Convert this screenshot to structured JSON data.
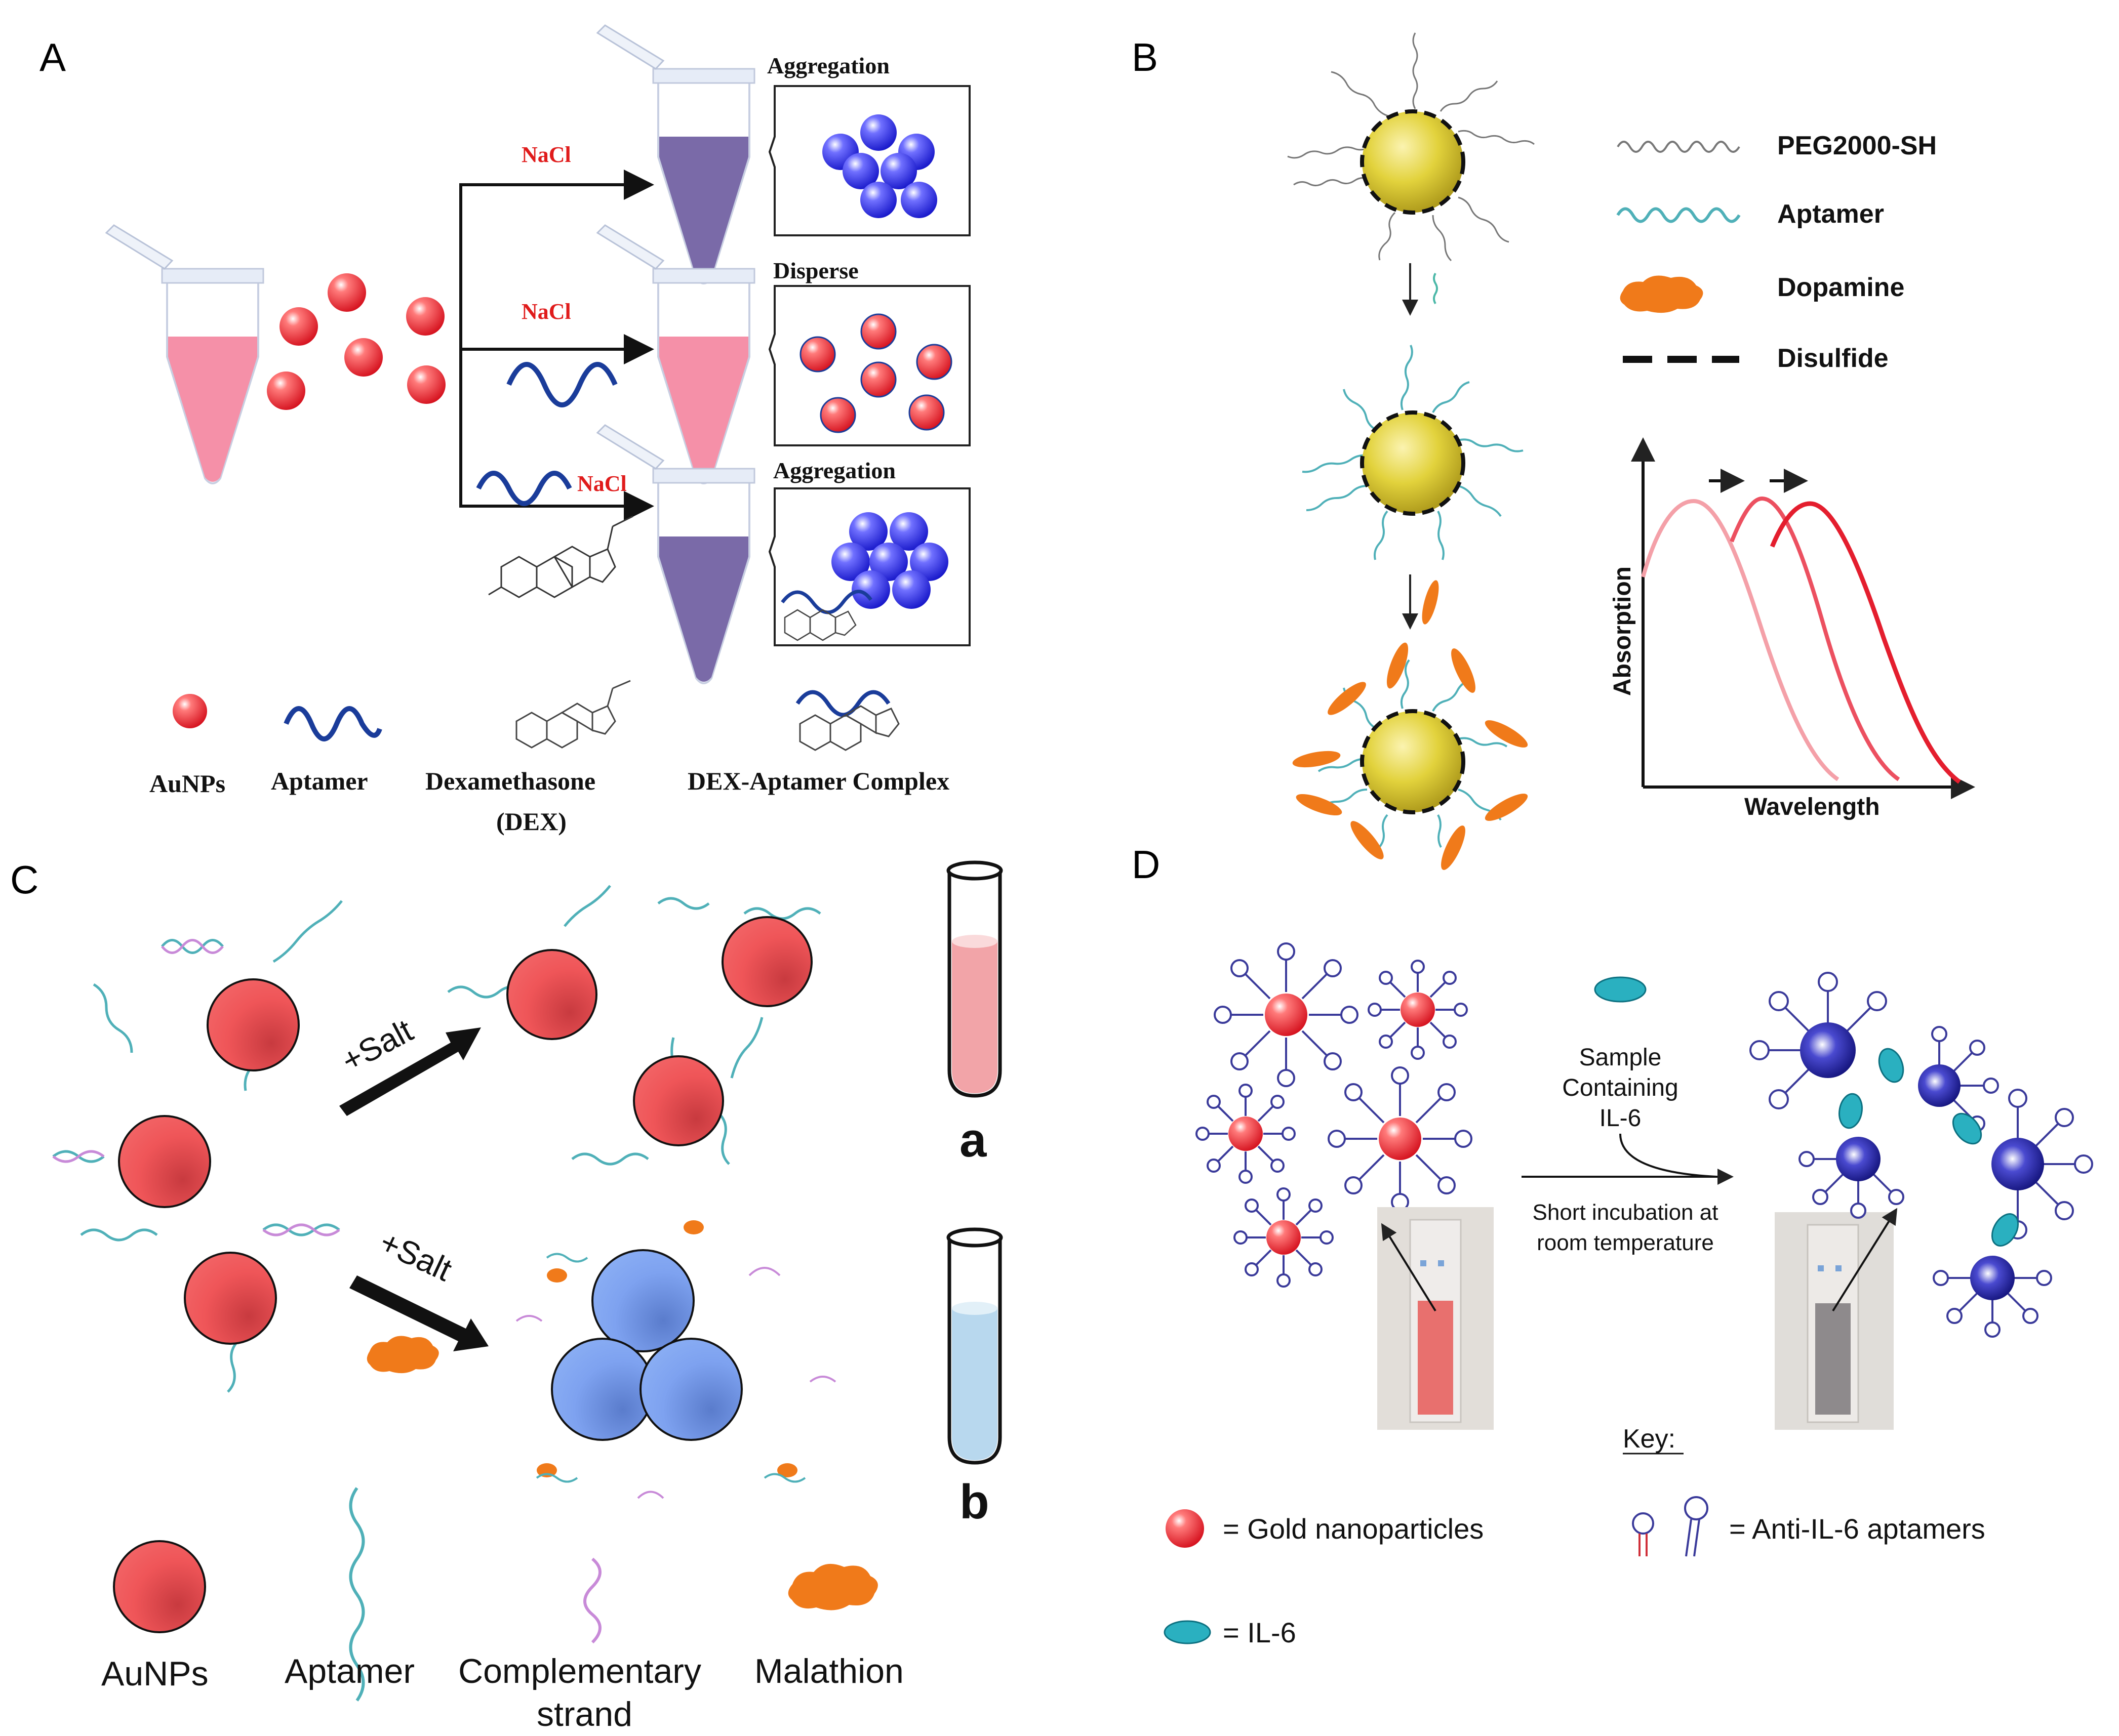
{
  "panels": {
    "A": {
      "letter": "A",
      "labels": {
        "aggregation_top": "Aggregation",
        "disperse": "Disperse",
        "aggregation_bottom": "Aggregation",
        "nacl_1": "NaCl",
        "nacl_2": "NaCl",
        "nacl_3": "NaCl"
      },
      "legend": {
        "aunps": "AuNPs",
        "aptamer": "Aptamer",
        "dex_line1": "Dexamethasone",
        "dex_line2": "(DEX)",
        "complex": "DEX-Aptamer Complex"
      },
      "colors": {
        "aunp": "#e8202a",
        "aggregate": "#2e2ee6",
        "tube_pink": "#f590a8",
        "tube_purple": "#7a6aa8",
        "nacl": "#e01b1b"
      }
    },
    "B": {
      "letter": "B",
      "legend": {
        "peg": "PEG2000-SH",
        "aptamer": "Aptamer",
        "dopamine": "Dopamine",
        "disulfide": "Disulfide"
      },
      "chart": {
        "xlabel": "Wavelength",
        "ylabel": "Absorption"
      },
      "colors": {
        "gold": "#e8d84a",
        "dopamine": "#f07a1a",
        "curve_light": "#f4a0a8",
        "curve_mid": "#ec5060",
        "curve_dark": "#e41e2e"
      }
    },
    "C": {
      "letter": "C",
      "arrows": {
        "top": "+Salt",
        "bottom": "+Salt"
      },
      "tubes": {
        "a": "a",
        "b": "b"
      },
      "legend": {
        "aunps": "AuNPs",
        "aptamer": "Aptamer",
        "complementary_line1": "Complementary",
        "complementary_line2": "strand",
        "malathion": "Malathion"
      },
      "colors": {
        "aunp": "#ef5558",
        "aggregate": "#7ea2f0",
        "tube_pink": "#f2a4a8",
        "tube_blue": "#b8d8ee"
      }
    },
    "D": {
      "letter": "D",
      "sample_line1": "Sample",
      "sample_line2": "Containing",
      "sample_line3": "IL-6",
      "incubation_line1": "Short incubation at",
      "incubation_line2": "room temperature",
      "key_title": "Key:",
      "legend": {
        "gold": "= Gold nanoparticles",
        "aptamers": "= Anti-IL-6 aptamers",
        "il6": "= IL-6"
      },
      "colors": {
        "aunp": "#e8202a",
        "aggregate": "#1a1a9a",
        "il6": "#2ab0c0"
      }
    }
  }
}
